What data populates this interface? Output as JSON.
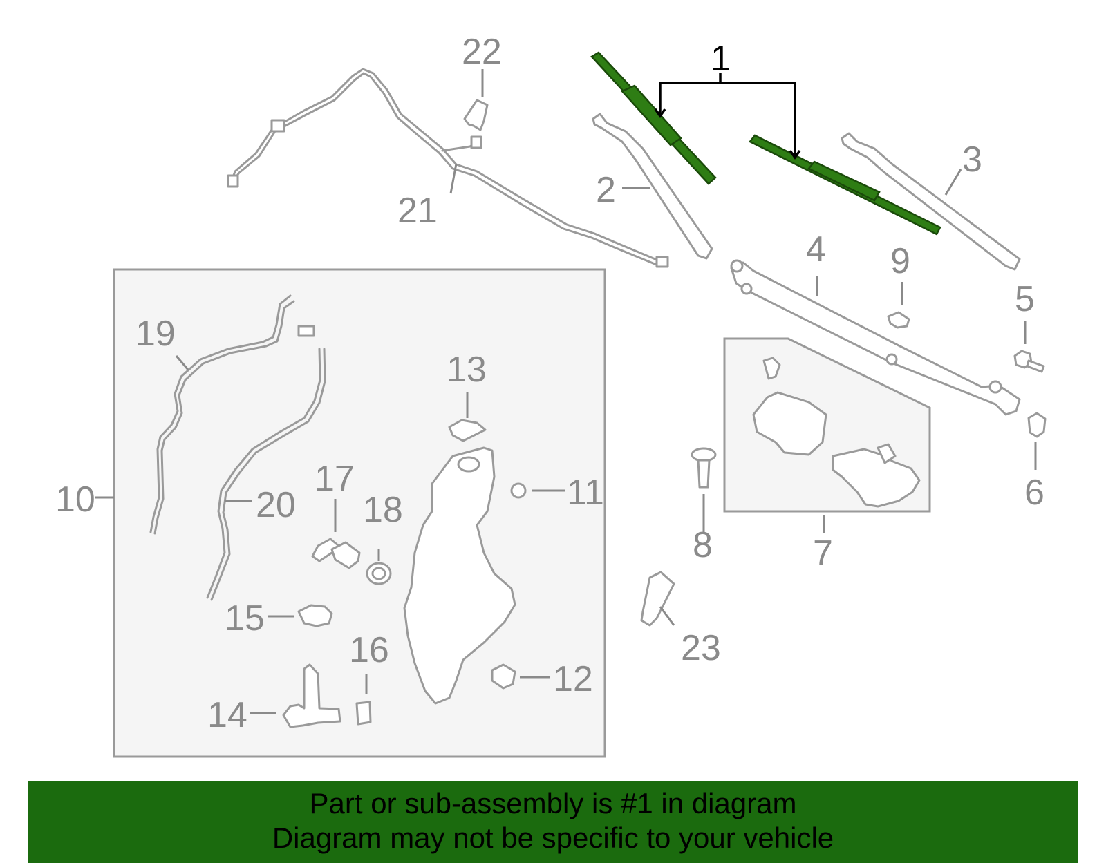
{
  "colors": {
    "highlight": "#2e7d14",
    "banner": "#1b6b0e",
    "part_stroke": "#9a9a9a",
    "inset_fill": "#f5f5f5"
  },
  "callouts": {
    "c1": "1",
    "c2": "2",
    "c3": "3",
    "c4": "4",
    "c5": "5",
    "c6": "6",
    "c7": "7",
    "c8": "8",
    "c9": "9",
    "c10": "10",
    "c11": "11",
    "c12": "12",
    "c13": "13",
    "c14": "14",
    "c15": "15",
    "c16": "16",
    "c17": "17",
    "c18": "18",
    "c19": "19",
    "c20": "20",
    "c21": "21",
    "c22": "22",
    "c23": "23"
  },
  "highlighted_part": "1",
  "banner": {
    "line1": "Part or sub-assembly is #1 in diagram",
    "line2": "Diagram may not be specific to your vehicle"
  }
}
